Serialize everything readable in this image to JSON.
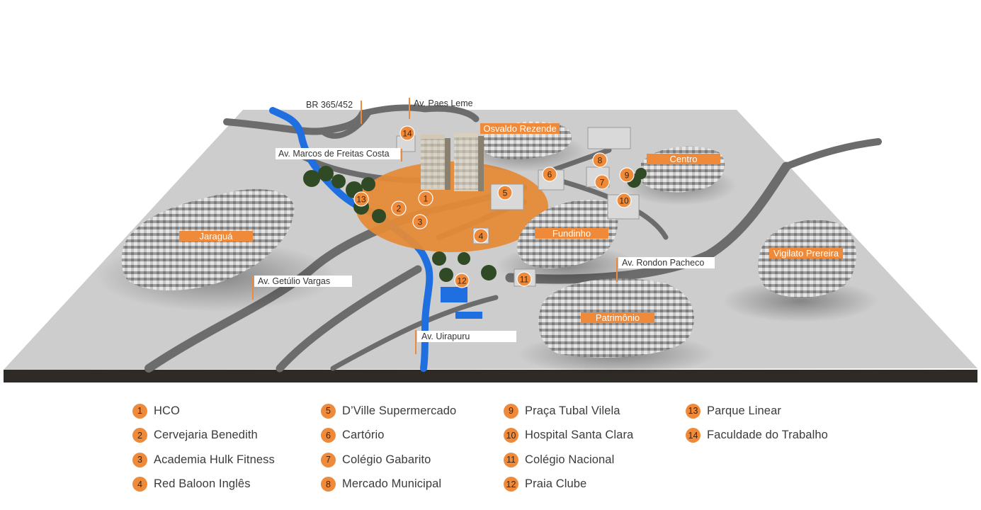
{
  "roads": {
    "br365": "BR 365/452",
    "paes_leme": "Av. Paes Leme",
    "marcos_freitas": "Av. Marcos de Freitas Costa",
    "getulio_vargas": "Av. Getúlio Vargas",
    "rondon_pacheco": "Av. Rondon Pacheco",
    "uirapuru": "Av. Uirapuru"
  },
  "districts": {
    "osvaldo_rezende": "Osvaldo Rezende",
    "centro": "Centro",
    "jaragua": "Jaraguá",
    "fundinho": "Fundinho",
    "vigilato_pereira": "Vigilato Prereira",
    "patrimonio": "Patrimônio"
  },
  "markers": [
    "1",
    "2",
    "3",
    "4",
    "5",
    "6",
    "7",
    "8",
    "9",
    "10",
    "11",
    "12",
    "13",
    "14"
  ],
  "legend": [
    {
      "num": "1",
      "label": "HCO"
    },
    {
      "num": "2",
      "label": "Cervejaria Benedith"
    },
    {
      "num": "3",
      "label": "Academia Hulk Fitness"
    },
    {
      "num": "4",
      "label": "Red Baloon Inglês"
    },
    {
      "num": "5",
      "label": "D’Ville Supermercado"
    },
    {
      "num": "6",
      "label": "Cartório"
    },
    {
      "num": "7",
      "label": "Colégio Gabarito"
    },
    {
      "num": "8",
      "label": "Mercado Municipal"
    },
    {
      "num": "9",
      "label": "Praça Tubal Vilela"
    },
    {
      "num": "10",
      "label": "Hospital Santa Clara"
    },
    {
      "num": "11",
      "label": "Colégio Nacional"
    },
    {
      "num": "12",
      "label": "Praia Clube"
    },
    {
      "num": "13",
      "label": "Parque Linear"
    },
    {
      "num": "14",
      "label": "Faculdade do Trabalho"
    }
  ],
  "colors": {
    "accent": "#ee8a3a",
    "water": "#1f6fe0",
    "ground": "#cfcfcf",
    "road": "#6c6c6c"
  }
}
